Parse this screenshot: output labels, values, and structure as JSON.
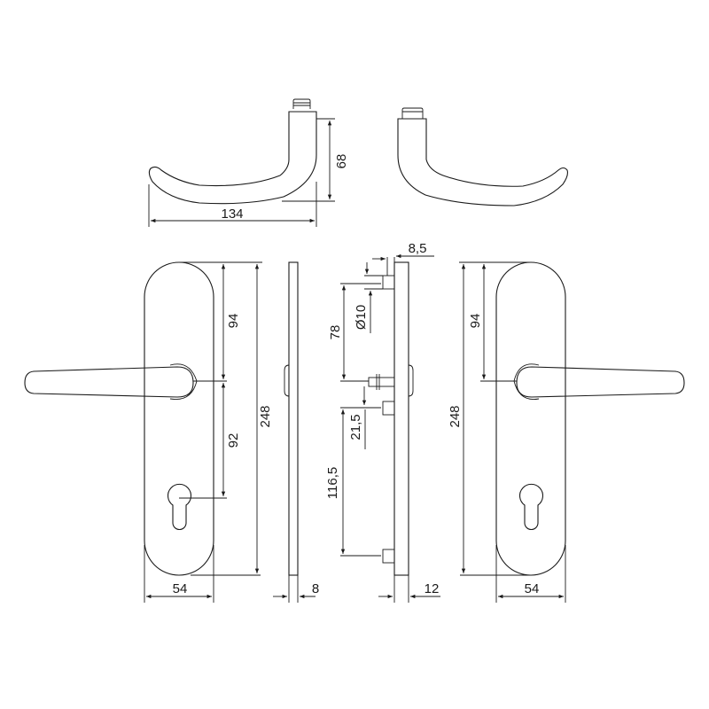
{
  "drawing": {
    "subject": "door handle set on long backplates",
    "line_color": "#1a1a1a",
    "background": "#ffffff"
  },
  "top_view": {
    "handle_length": "134",
    "handle_height": "68"
  },
  "left_plate_front": {
    "plate_height": "248",
    "plate_width": "54",
    "top_to_spindle": "94",
    "spindle_to_cylinder": "92"
  },
  "plate_side_thin": {
    "thickness": "8"
  },
  "plate_side_thick": {
    "top_offset": "8,5",
    "fixing_diameter": "Ø10",
    "fixing_to_spindle": "78",
    "spindle_to_fixing": "21,5",
    "fixing_to_fixing": "116,5",
    "thickness": "12"
  },
  "right_plate_front": {
    "plate_height": "248",
    "plate_width": "54",
    "top_to_spindle": "94"
  }
}
